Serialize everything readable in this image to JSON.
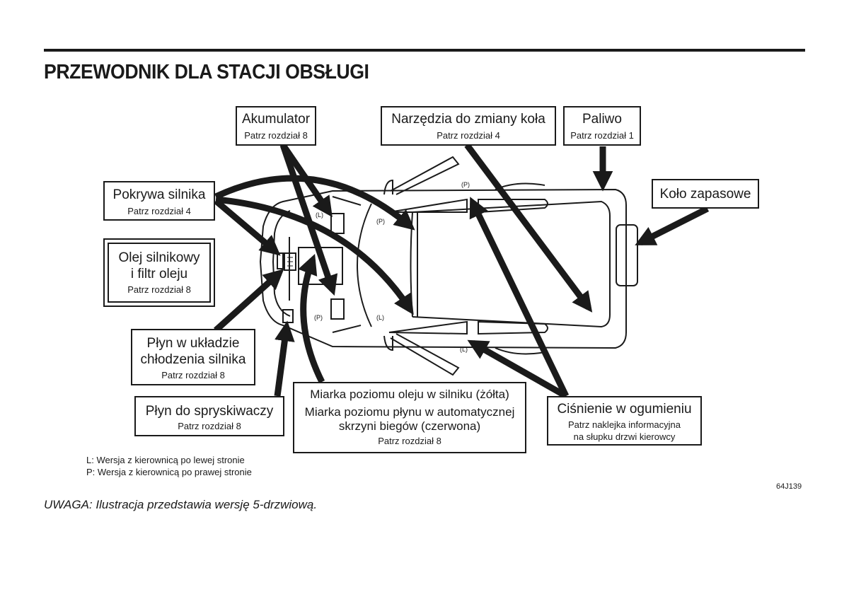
{
  "title": "PRZEWODNIK DLA STACJI OBSŁUGI",
  "labels": {
    "akumulator": {
      "heading": "Akumulator",
      "ref": "Patrz rozdział 8"
    },
    "narzedzia": {
      "heading": "Narzędzia do zmiany koła",
      "ref": "Patrz rozdział 4"
    },
    "paliwo": {
      "heading": "Paliwo",
      "ref": "Patrz rozdział 1"
    },
    "kolo_zapasowe": {
      "heading": "Koło zapasowe"
    },
    "pokrywa": {
      "heading": "Pokrywa silnika",
      "ref": "Patrz rozdział 4"
    },
    "olej": {
      "heading_line1": "Olej silnikowy",
      "heading_line2": "i filtr oleju",
      "ref": "Patrz rozdział 8"
    },
    "plyn_chlodzenia": {
      "heading_line1": "Płyn w układzie",
      "heading_line2": "chłodzenia silnika",
      "ref": "Patrz rozdział 8"
    },
    "spryskiwacze": {
      "heading": "Płyn do spryskiwaczy",
      "ref": "Patrz rozdział 8"
    },
    "miarka": {
      "line1": "Miarka poziomu oleju w silniku (żółta)",
      "line2": "Miarka poziomu płynu w automatycznej",
      "line3": "skrzyni biegów (czerwona)",
      "ref": "Patrz rozdział 8"
    },
    "cisnienie": {
      "heading": "Ciśnienie w ogumieniu",
      "ref_line1": "Patrz naklejka informacyjna",
      "ref_line2": "na słupku drzwi kierowcy"
    }
  },
  "tags": {
    "L": "(L)",
    "P": "(P)"
  },
  "legend": {
    "line1": "L: Wersja z kierownicą po lewej stronie",
    "line2": "P: Wersja z kierownicą po prawej stronie"
  },
  "figure_code": "64J139",
  "note": "UWAGA: Ilustracja przedstawia wersję 5-drzwiową."
}
